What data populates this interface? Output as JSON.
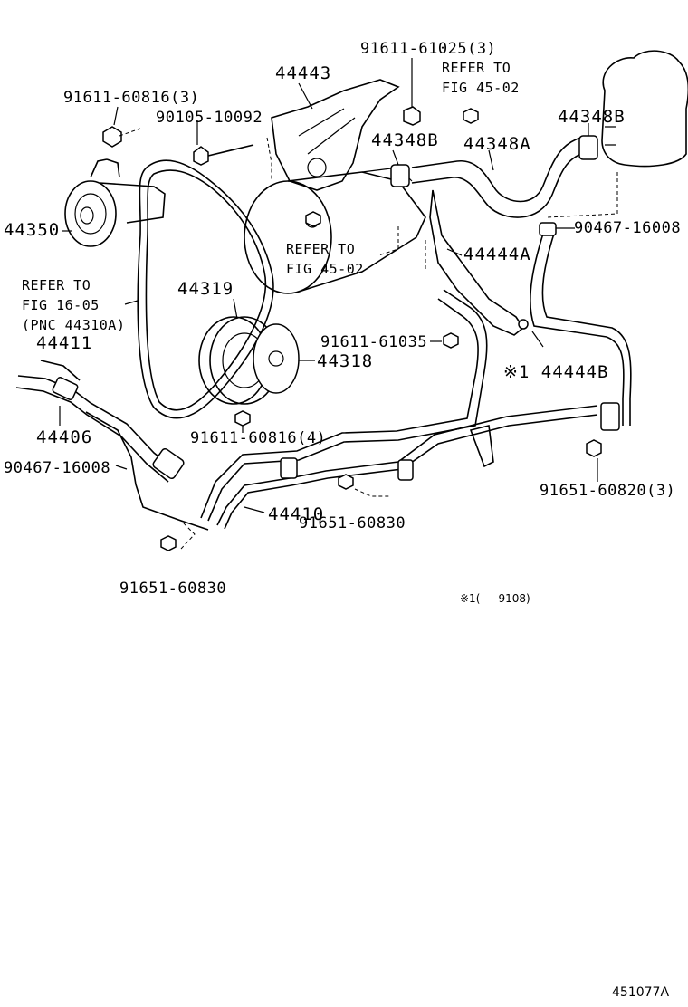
{
  "labels": {
    "l44443": "44443",
    "l91611_61025": "91611-61025(3)",
    "ref_45_02_top": "REFER TO\nFIG 45-02",
    "l91611_60816_3": "91611-60816(3)",
    "l90105_10092": "90105-10092",
    "l44348B_left": "44348B",
    "l44348A": "44348A",
    "l44348B_right": "44348B",
    "l44350": "44350",
    "ref_45_02_mid": "REFER TO\nFIG 45-02",
    "l90467_16008_right": "90467-16008",
    "l44444A": "44444A",
    "ref_16_05": "REFER TO\nFIG 16-05\n(PNC 44310A)",
    "l44319": "44319",
    "l91611_61035": "91611-61035",
    "l44411": "44411",
    "l44318": "44318",
    "l44444B": "※1 44444B",
    "l44406": "44406",
    "l91611_60816_4": "91611-60816(4)",
    "l90467_16008_left": "90467-16008",
    "l44410": "44410",
    "l91651_60830_mid": "91651-60830",
    "l91651_60820": "91651-60820(3)",
    "l91651_60830_bottom": "91651-60830",
    "footnote": "※1(　 -9108)",
    "figure_number": "451077A"
  },
  "colors": {
    "line": "#000000",
    "background": "#ffffff"
  }
}
